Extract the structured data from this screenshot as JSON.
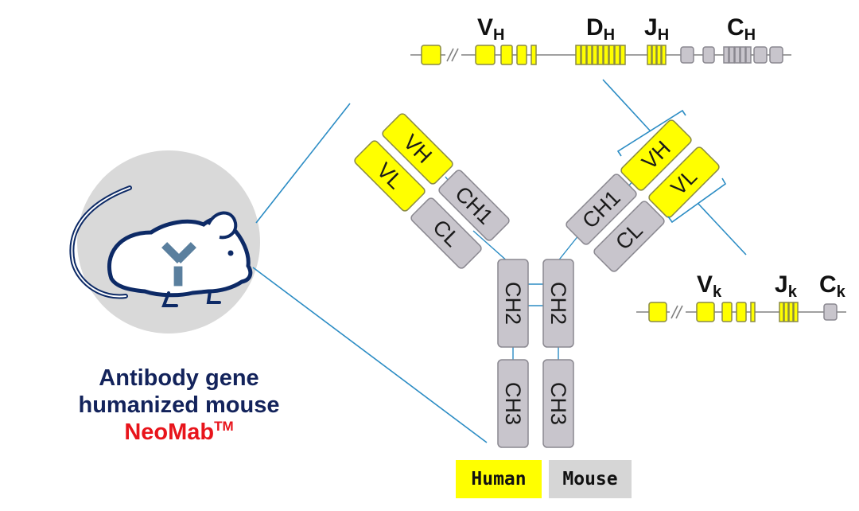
{
  "heavy_chain_labels": {
    "V": "V",
    "V_sub": "H",
    "D": "D",
    "D_sub": "H",
    "J": "J",
    "J_sub": "H",
    "C": "C",
    "C_sub": "H"
  },
  "kappa_chain_labels": {
    "V": "V",
    "V_sub": "k",
    "J": "J",
    "J_sub": "k",
    "C": "C",
    "C_sub": "k"
  },
  "domains": {
    "vh": "VH",
    "vl": "VL",
    "ch1": "CH1",
    "cl": "CL",
    "ch2": "CH2",
    "ch3": "CH3"
  },
  "caption": {
    "line1": "Antibody gene",
    "line2": "humanized mouse",
    "brand": "NeoMab",
    "brand_sup": "TM"
  },
  "legend": {
    "human": "Human",
    "mouse": "Mouse"
  },
  "colors": {
    "human": "#ffff00",
    "mouse": "#c8c5cc",
    "brand_red": "#e8141b",
    "caption_navy": "#13235b",
    "connector_blue": "#2b8cc4",
    "mouse_navy": "#0d2a66"
  }
}
